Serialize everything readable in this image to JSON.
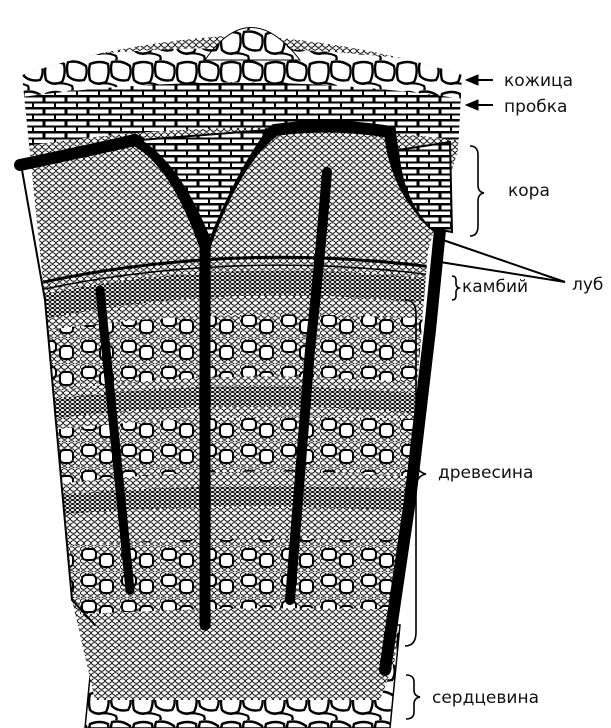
{
  "labels": {
    "skin": "кожица",
    "cork": "пробка",
    "bark": "кора",
    "bast": "луб",
    "cambium": "камбий",
    "wood": "древесина",
    "pith": "сердцевина"
  },
  "colors": {
    "ink": "#000000",
    "paper": "#ffffff"
  }
}
